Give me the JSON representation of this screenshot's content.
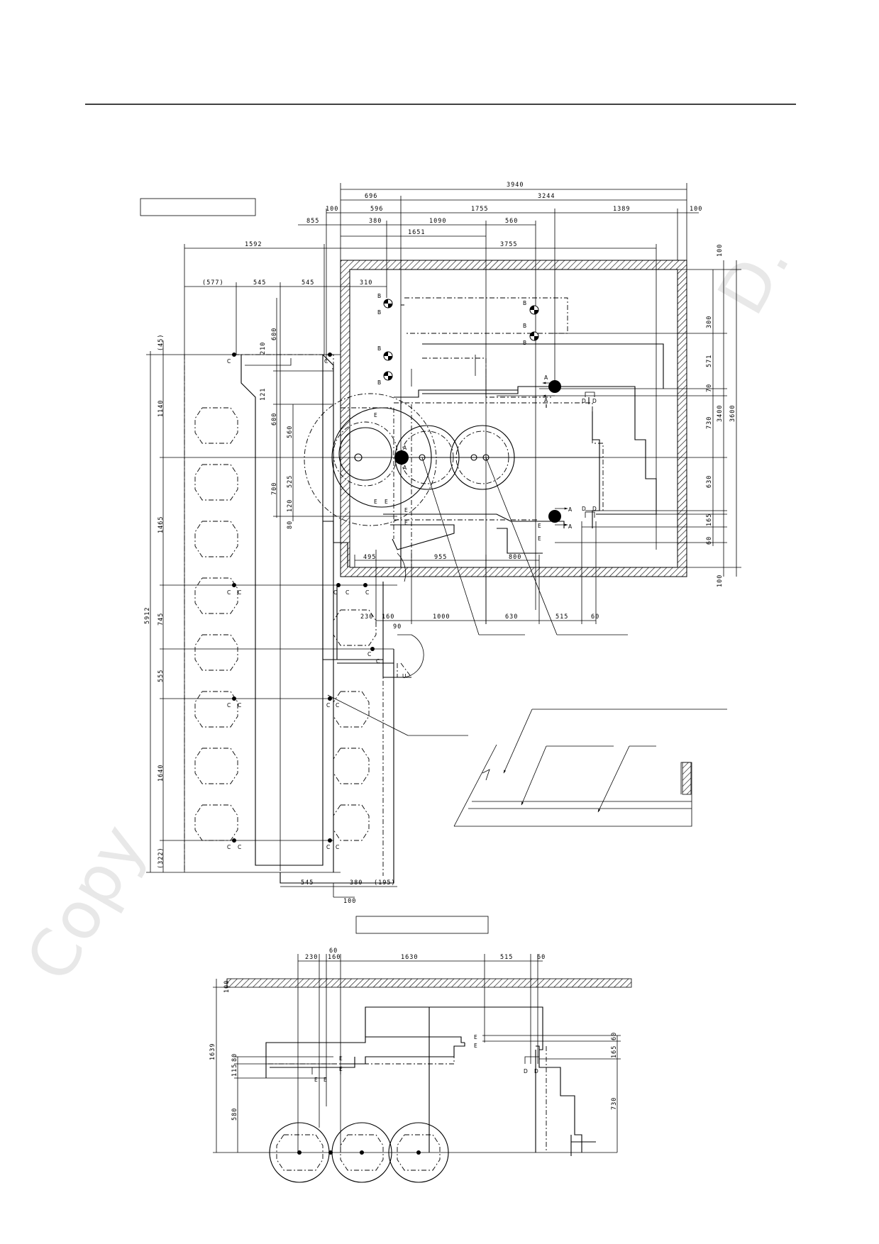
{
  "plan_top": {
    "dims_top": [
      {
        "id": "d3940",
        "text": "3940"
      },
      {
        "id": "d696",
        "text": "696"
      },
      {
        "id": "d3244",
        "text": "3244"
      },
      {
        "id": "d100a",
        "text": "100"
      },
      {
        "id": "d596",
        "text": "596"
      },
      {
        "id": "d1755",
        "text": "1755"
      },
      {
        "id": "d1389",
        "text": "1389"
      },
      {
        "id": "d100b",
        "text": "100"
      },
      {
        "id": "d855",
        "text": "855"
      },
      {
        "id": "d380a",
        "text": "380"
      },
      {
        "id": "d1090",
        "text": "1090"
      },
      {
        "id": "d560a",
        "text": "560"
      },
      {
        "id": "d1651",
        "text": "1651"
      },
      {
        "id": "d1592",
        "text": "1592"
      },
      {
        "id": "d3755",
        "text": "3755"
      },
      {
        "id": "d577",
        "text": "(577)"
      },
      {
        "id": "d545a",
        "text": "545"
      },
      {
        "id": "d545b",
        "text": "545"
      },
      {
        "id": "d310",
        "text": "310"
      }
    ],
    "dims_left": [
      {
        "id": "l45",
        "text": "(45)"
      },
      {
        "id": "l1140",
        "text": "1140"
      },
      {
        "id": "l1465",
        "text": "1465"
      },
      {
        "id": "l5912",
        "text": "5912"
      },
      {
        "id": "l745",
        "text": "745"
      },
      {
        "id": "l555",
        "text": "555"
      },
      {
        "id": "l1640",
        "text": "1640"
      },
      {
        "id": "l322",
        "text": "(322)"
      },
      {
        "id": "l600a",
        "text": "600"
      },
      {
        "id": "l210",
        "text": "210"
      },
      {
        "id": "l121",
        "text": "121"
      },
      {
        "id": "l600b",
        "text": "600"
      },
      {
        "id": "l560",
        "text": "560"
      },
      {
        "id": "l525",
        "text": "525"
      },
      {
        "id": "l700",
        "text": "700"
      },
      {
        "id": "l120",
        "text": "120"
      },
      {
        "id": "l80",
        "text": "80"
      }
    ],
    "dims_right": [
      {
        "id": "r100a",
        "text": "100"
      },
      {
        "id": "r300",
        "text": "300"
      },
      {
        "id": "r571",
        "text": "571"
      },
      {
        "id": "r70",
        "text": "70"
      },
      {
        "id": "r730",
        "text": "730"
      },
      {
        "id": "r3400",
        "text": "3400"
      },
      {
        "id": "r3600",
        "text": "3600"
      },
      {
        "id": "r630",
        "text": "630"
      },
      {
        "id": "r165",
        "text": "165"
      },
      {
        "id": "r60",
        "text": "60"
      },
      {
        "id": "r100b",
        "text": "100"
      }
    ],
    "dims_bottom": [
      {
        "id": "b495",
        "text": "495"
      },
      {
        "id": "b955",
        "text": "955"
      },
      {
        "id": "b800",
        "text": "800"
      },
      {
        "id": "b230",
        "text": "230"
      },
      {
        "id": "b160",
        "text": "160"
      },
      {
        "id": "b1000",
        "text": "1000"
      },
      {
        "id": "b630",
        "text": "630"
      },
      {
        "id": "b515",
        "text": "515"
      },
      {
        "id": "b60",
        "text": "60"
      },
      {
        "id": "b90",
        "text": "90"
      },
      {
        "id": "b545",
        "text": "545"
      },
      {
        "id": "b380",
        "text": "380"
      },
      {
        "id": "b195",
        "text": "(195)"
      },
      {
        "id": "b100",
        "text": "100"
      }
    ],
    "markers": {
      "a": "A",
      "b": "B",
      "c": "C",
      "d": "D",
      "e": "E",
      "u": "U"
    }
  },
  "plan_bottom": {
    "dims_top": [
      {
        "id": "t60a",
        "text": "60"
      },
      {
        "id": "t230",
        "text": "230"
      },
      {
        "id": "t160",
        "text": "160"
      },
      {
        "id": "t1630",
        "text": "1630"
      },
      {
        "id": "t515",
        "text": "515"
      },
      {
        "id": "t60b",
        "text": "60"
      }
    ],
    "dims_left": [
      {
        "id": "bl100",
        "text": "100"
      },
      {
        "id": "bl1639",
        "text": "1639"
      },
      {
        "id": "bl80",
        "text": "80"
      },
      {
        "id": "bl115",
        "text": "115"
      },
      {
        "id": "bl580",
        "text": "580"
      }
    ],
    "dims_right": [
      {
        "id": "br60",
        "text": "60"
      },
      {
        "id": "br165",
        "text": "165"
      },
      {
        "id": "br730",
        "text": "730"
      }
    ]
  },
  "watermark": {
    "text": "Copy"
  },
  "watermark_right": {
    "text": "D."
  }
}
